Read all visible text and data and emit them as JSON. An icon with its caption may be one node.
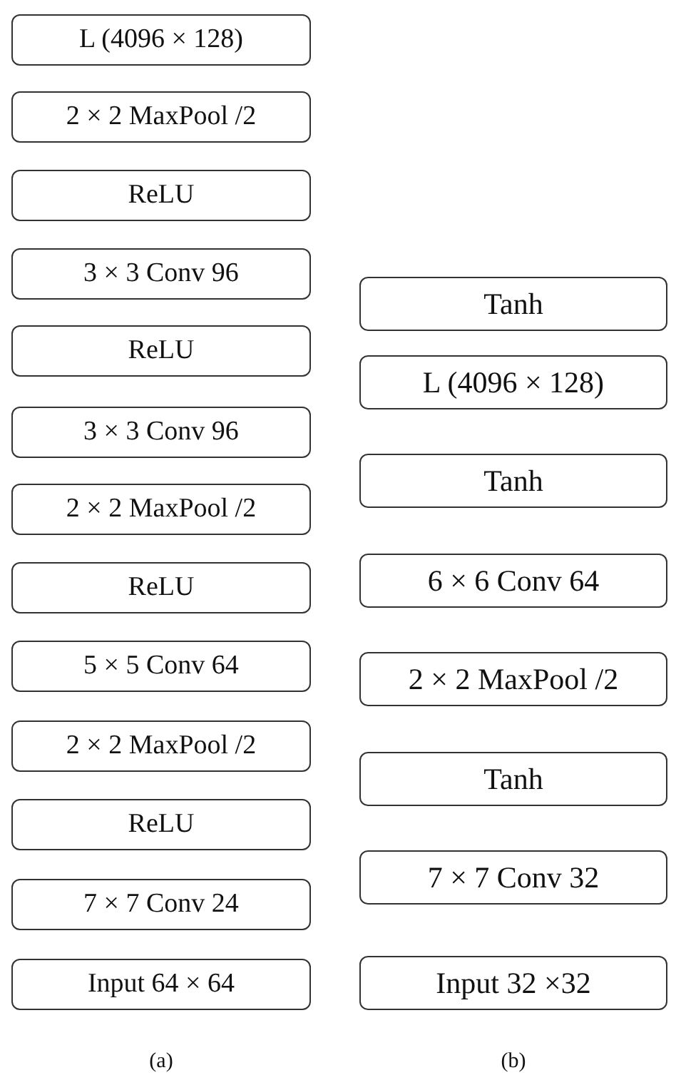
{
  "diagram": {
    "nodes": [
      {
        "text": [
          "L (4096 × 128)"
        ]
      },
      {
        "text": [
          "2 × 2 MaxPool /2"
        ]
      },
      {
        "text": [
          "ReLU"
        ]
      },
      {
        "text": [
          "3 × 3 Conv 96"
        ]
      },
      {
        "text": [
          "ReLU"
        ]
      },
      {
        "text": [
          "3 × 3 Conv 96"
        ]
      },
      {
        "text": [
          "2 × 2 MaxPool /2"
        ]
      },
      {
        "text": [
          "ReLU"
        ]
      },
      {
        "text": [
          "5 × 5 Conv 64"
        ]
      },
      {
        "text": [
          "2 × 2 MaxPool /2"
        ]
      },
      {
        "text": [
          "ReLU"
        ]
      },
      {
        "text": [
          "7 × 7 Conv 24"
        ]
      },
      {
        "text": [
          "Input 64 × 64"
        ]
      },
      {
        "text": [
          "Tanh"
        ]
      },
      {
        "text": [
          "L (4096 × 128)"
        ]
      },
      {
        "text": [
          "Tanh"
        ]
      },
      {
        "text": [
          "6 × 6 Conv 64"
        ]
      },
      {
        "text": [
          "2 × 2 MaxPool /2"
        ]
      },
      {
        "text": [
          "Tanh"
        ]
      },
      {
        "text": [
          "7 × 7 Conv 32"
        ]
      },
      {
        "text": [
          "Input 32 ×32"
        ]
      }
    ],
    "labels": [
      "(a)",
      "(b)"
    ]
  }
}
